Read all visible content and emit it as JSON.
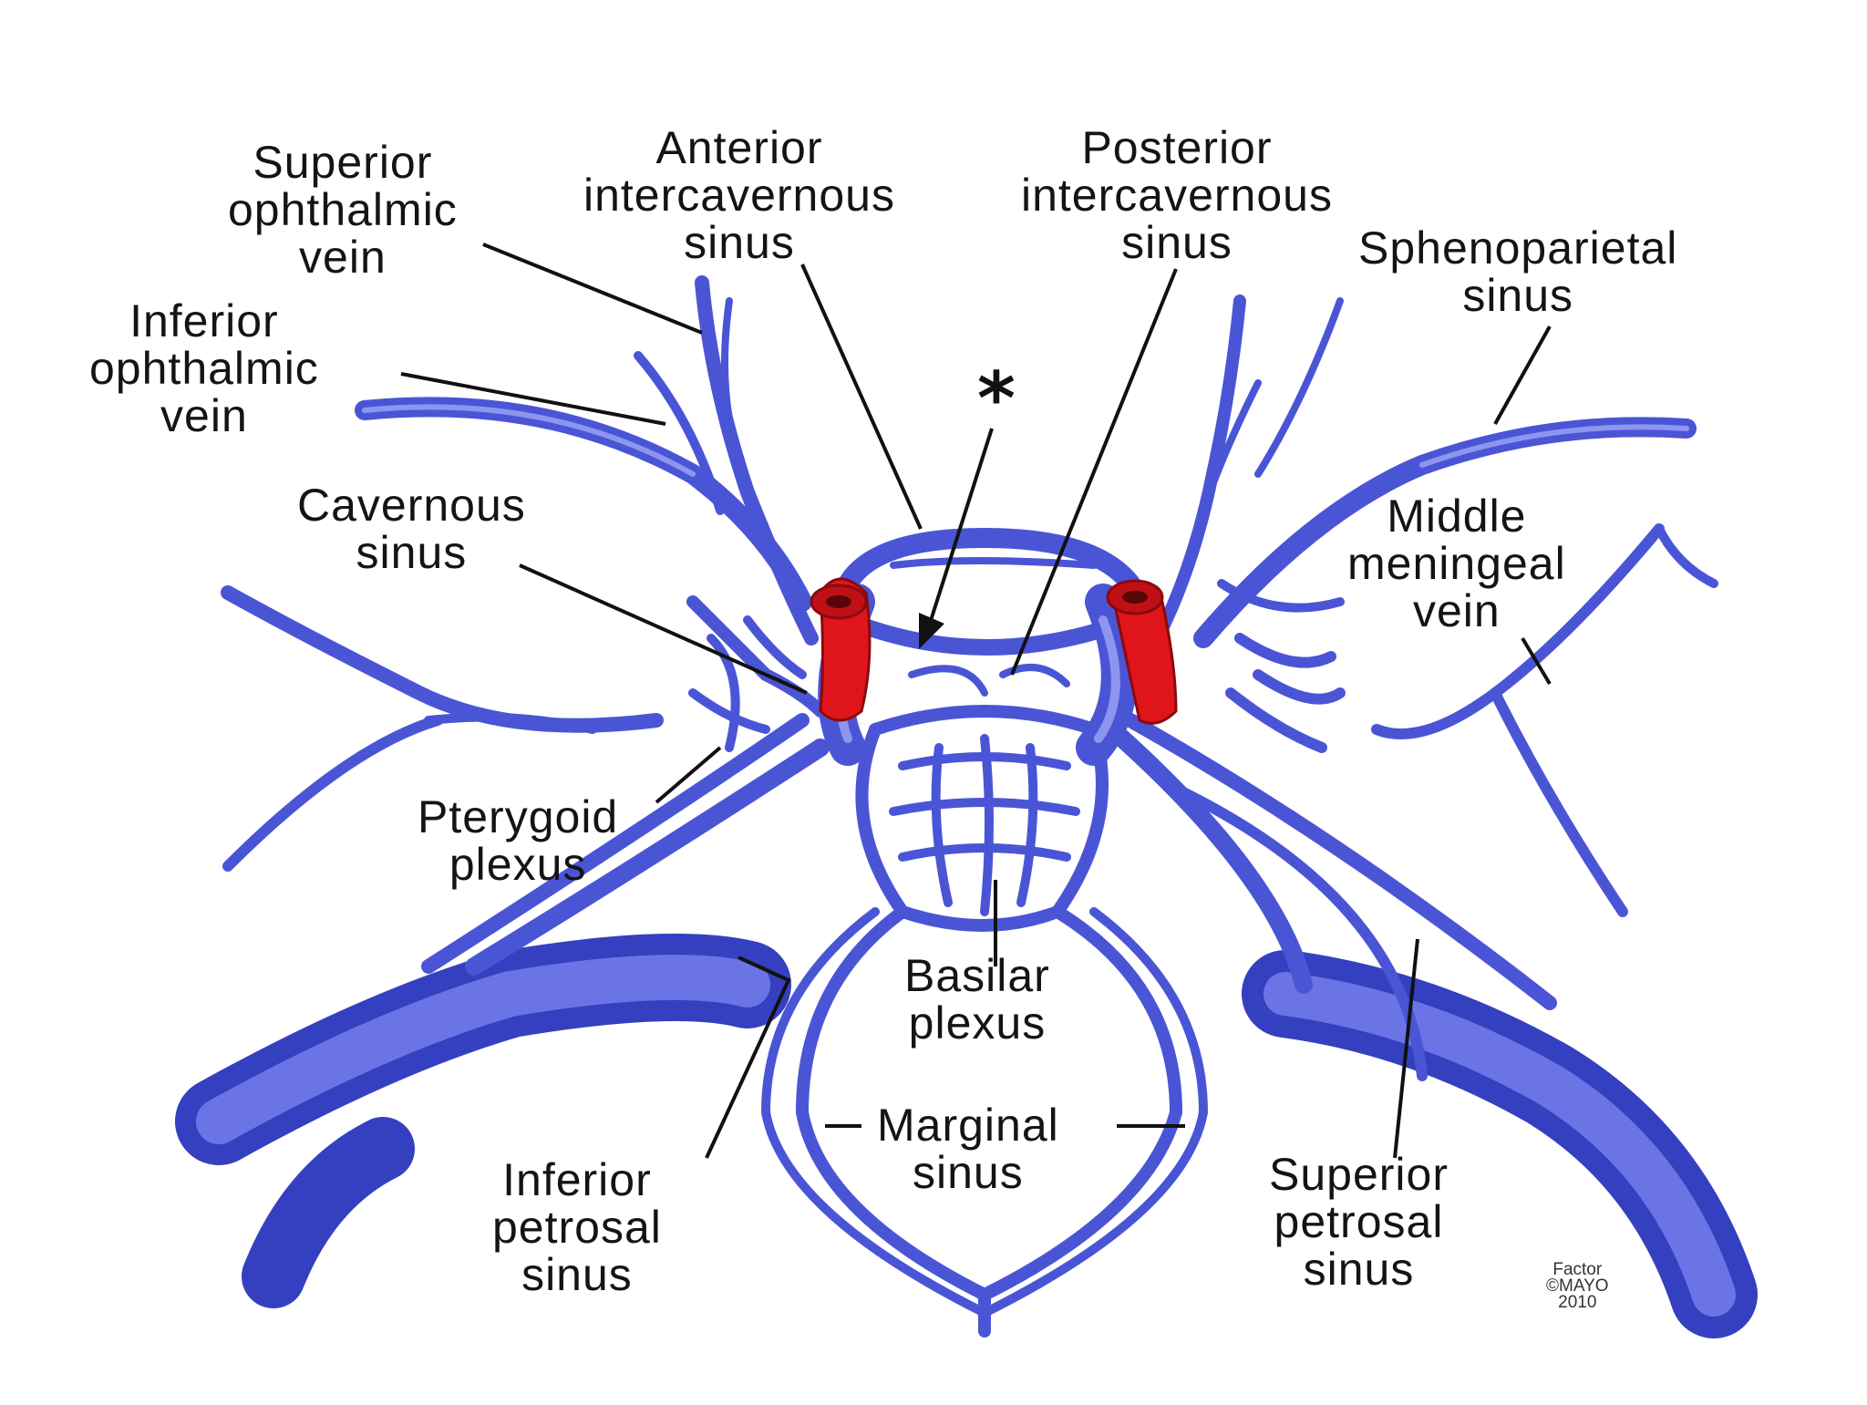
{
  "labels": {
    "superior_ophthalmic_vein": [
      "Superior",
      "ophthalmic",
      "vein"
    ],
    "inferior_ophthalmic_vein": [
      "Inferior",
      "ophthalmic",
      "vein"
    ],
    "anterior_intercavernous_sinus": [
      "Anterior",
      "intercavernous",
      "sinus"
    ],
    "posterior_intercavernous_sinus": [
      "Posterior",
      "intercavernous",
      "sinus"
    ],
    "sphenoparietal_sinus": [
      "Sphenoparietal",
      "sinus"
    ],
    "cavernous_sinus": [
      "Cavernous",
      "sinus"
    ],
    "middle_meningeal_vein": [
      "Middle",
      "meningeal",
      "vein"
    ],
    "pterygoid_plexus": [
      "Pterygoid",
      "plexus"
    ],
    "basilar_plexus": [
      "Basilar",
      "plexus"
    ],
    "marginal_sinus": [
      "Marginal",
      "sinus"
    ],
    "inferior_petrosal_sinus": [
      "Inferior",
      "petrosal",
      "sinus"
    ],
    "superior_petrosal_sinus": [
      "Superior",
      "petrosal",
      "sinus"
    ]
  },
  "asterisk": "*",
  "credit": [
    "Factor",
    "©MAYO",
    "2010"
  ],
  "colors": {
    "vein": "#4a55d6",
    "vein_dark": "#2a2fa0",
    "vein_light": "#8c96f0",
    "artery": "#e0151b",
    "leader": "#111111"
  }
}
